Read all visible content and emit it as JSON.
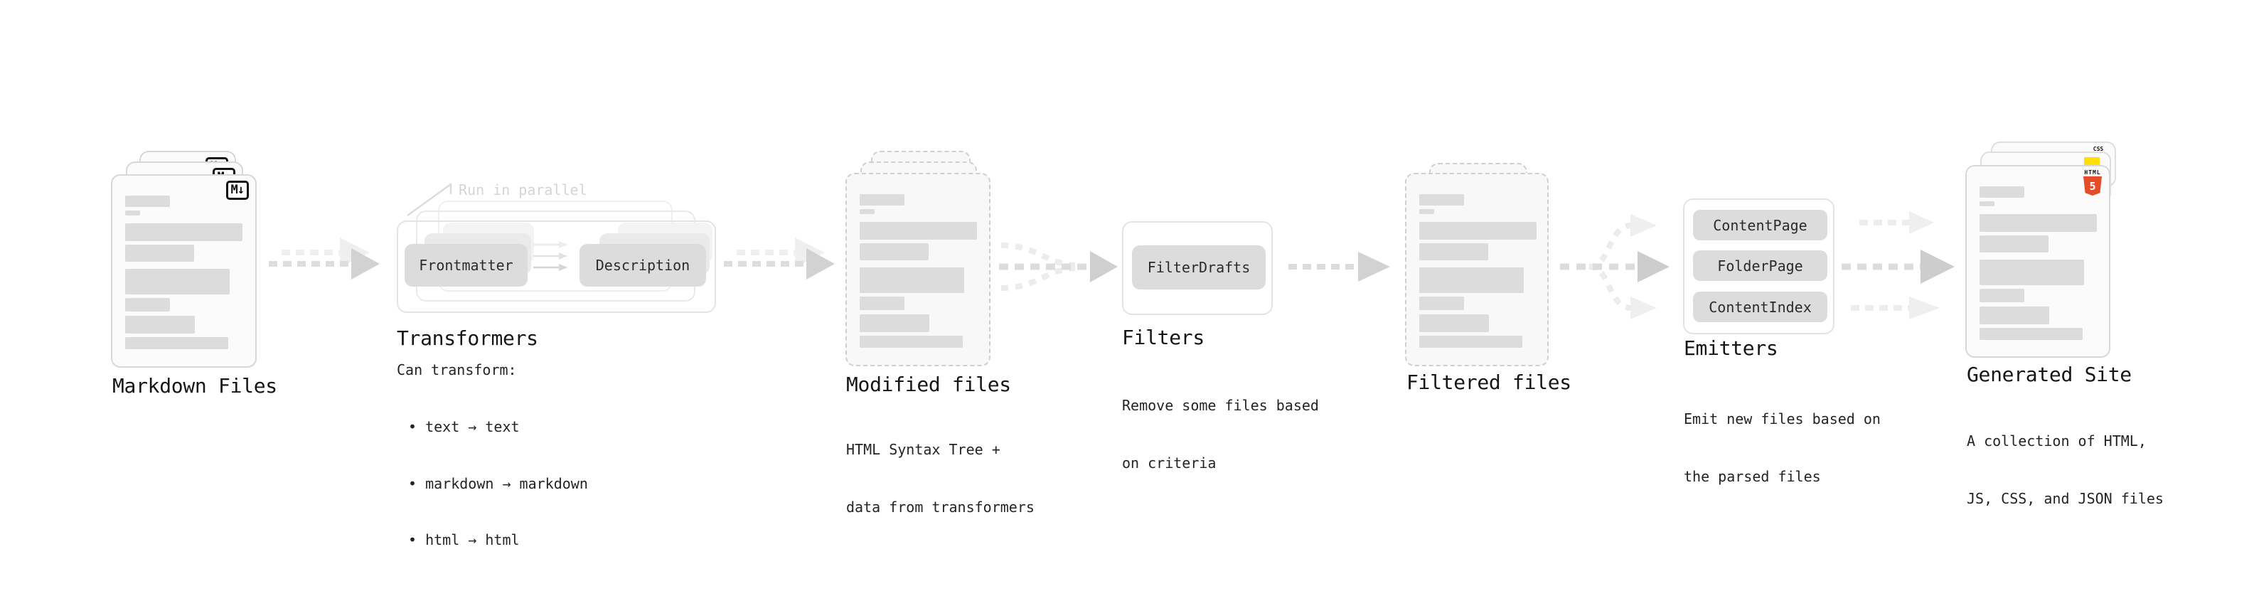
{
  "markdown": {
    "title": "Markdown Files",
    "badge": "M↓"
  },
  "transformers": {
    "title": "Transformers",
    "annotation": "Run in parallel",
    "pill_frontmatter": "Frontmatter",
    "pill_description": "Description",
    "desc": "Can transform:",
    "bullets": [
      "• text → text",
      "• markdown → markdown",
      "• html → html"
    ]
  },
  "modified": {
    "title": "Modified files",
    "desc_line1": "HTML Syntax Tree +",
    "desc_line2": "data from transformers"
  },
  "filters": {
    "title": "Filters",
    "pill": "FilterDrafts",
    "desc_line1": "Remove some files based",
    "desc_line2": "on criteria"
  },
  "filtered": {
    "title": "Filtered files"
  },
  "emitters": {
    "title": "Emitters",
    "pills": [
      "ContentPage",
      "FolderPage",
      "ContentIndex"
    ],
    "desc_line1": "Emit new files based on",
    "desc_line2": "the parsed files"
  },
  "generated": {
    "title": "Generated Site",
    "desc_line1": "A collection of HTML,",
    "desc_line2": "JS, CSS, and JSON files",
    "badge_css": "CSS",
    "badge_html_label": "HTML",
    "badge_html_number": "5"
  },
  "colors": {
    "html5_orange": "#e44d26",
    "js_yellow": "#ffe000",
    "css_blue": "#2f6bf2",
    "card_bar_gray": "#dcdcdc",
    "arrow_gray": "#d2d2d2"
  }
}
